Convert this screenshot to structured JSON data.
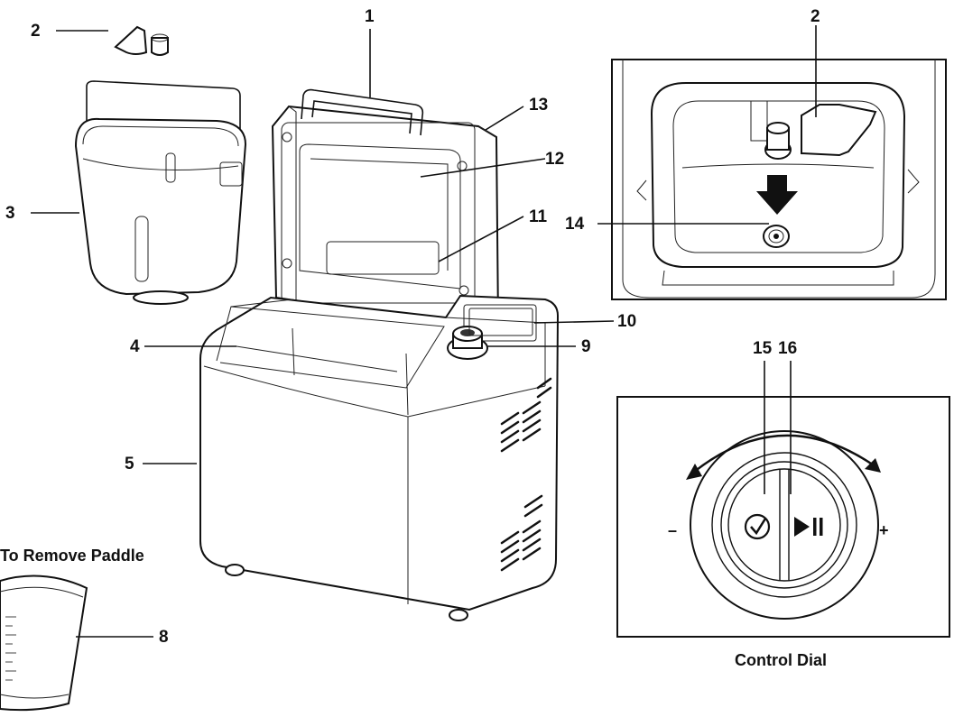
{
  "callouts": {
    "c1": "1",
    "c2a": "2",
    "c2b": "2",
    "c3": "3",
    "c4": "4",
    "c5": "5",
    "c8": "8",
    "c9": "9",
    "c10": "10",
    "c11": "11",
    "c12": "12",
    "c13": "13",
    "c14": "14",
    "c15": "15",
    "c16": "16"
  },
  "captions": {
    "remove_paddle": "To Remove Paddle",
    "control_dial": "Control Dial"
  },
  "dial_symbols": {
    "minus": "–",
    "plus": "+"
  },
  "icons": [
    "checkmark-circle-icon",
    "play-pause-icon",
    "down-arrow-icon",
    "curved-double-arrow-icon"
  ]
}
